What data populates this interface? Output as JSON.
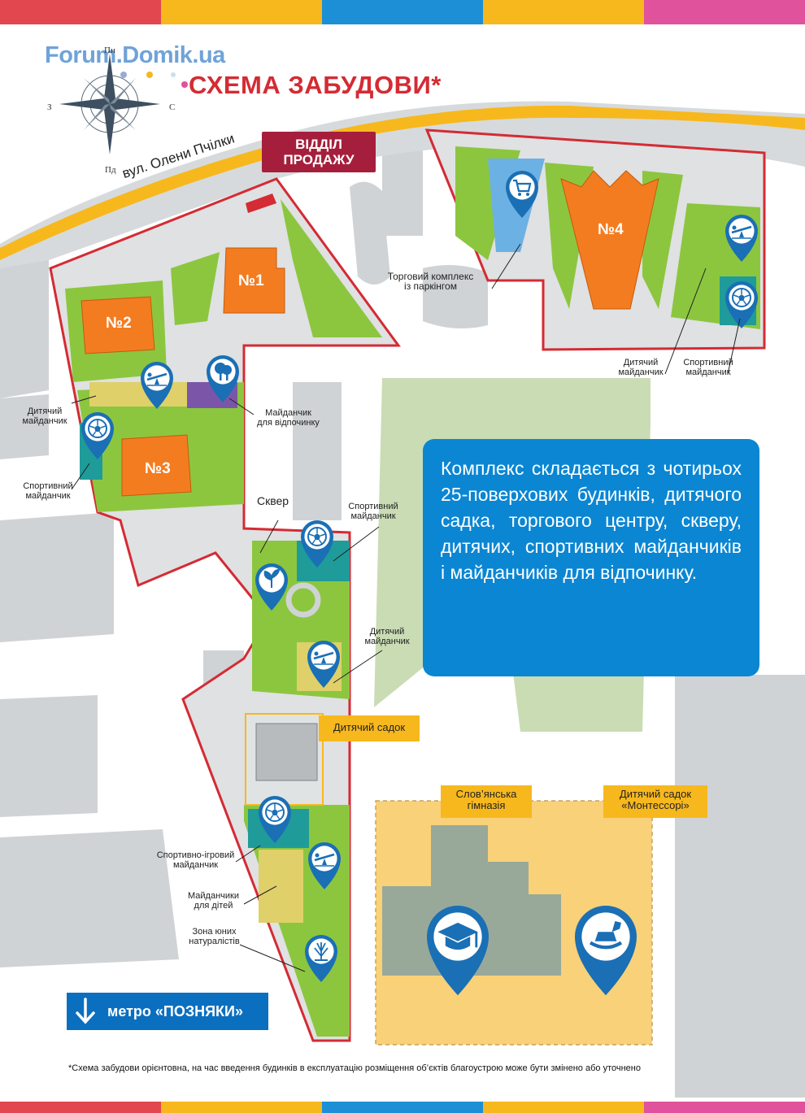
{
  "brand": {
    "logo_text": "Forum.Domik.ua"
  },
  "title": "СХЕМА ЗАБУДОВИ*",
  "compass": {
    "north": "Пн",
    "south": "Пд",
    "west": "З",
    "east": "С"
  },
  "street": "вул. Олени Пчілки",
  "sales_office": {
    "line1": "ВІДДІЛ",
    "line2": "ПРОДАЖУ"
  },
  "buildings": {
    "b1": "№1",
    "b2": "№2",
    "b3": "№3",
    "b4": "№4"
  },
  "labels": {
    "trade_center_1": "Торговий комплекс",
    "trade_center_2": "із паркінгом",
    "playground_left_1": "Дитячий",
    "playground_left_2": "майданчик",
    "sport_left_1": "Спортивний",
    "sport_left_2": "майданчик",
    "rest_area_1": "Майданчик",
    "rest_area_2": "для відпочинку",
    "square": "Сквер",
    "sport_mid_1": "Спортивний",
    "sport_mid_2": "майданчик",
    "playground_mid_1": "Дитячий",
    "playground_mid_2": "майданчик",
    "playground_b4_1": "Дитячий",
    "playground_b4_2": "майданчик",
    "sport_b4_1": "Спортивний",
    "sport_b4_2": "майданчик",
    "sport_game_1": "Спортивно-ігровий",
    "sport_game_2": "майданчик",
    "kids_areas_1": "Майданчики",
    "kids_areas_2": "для дітей",
    "naturalists_1": "Зона юних",
    "naturalists_2": "натуралістів"
  },
  "tags": {
    "kindergarten": "Дитячий садок",
    "gymnasium_1": "Слов’янська",
    "gymnasium_2": "гімназія",
    "montessori_1": "Дитячий садок",
    "montessori_2": "«Монтессорі»"
  },
  "info_text": "Комплекс складається з чотирьох 25-поверхових будинків, дитячого садка, торгового центру, скверу, дитячих, спортивних майданчиків і майданчиків для відпочинку.",
  "metro": "метро «ПОЗНЯКИ»",
  "footnote": "*Схема забудови орієнтовна, на час введення будинків в експлуатацію розміщення об’єктів благоустрою може бути змінено або уточнено",
  "colors": {
    "building": "#f47c20",
    "green": "#8cc63f",
    "territory_border": "#d42b34",
    "road": "#d0d3d5",
    "pin": "#1a6fb5",
    "sales": "#a51f3c",
    "info_box": "#0b86d3",
    "yellow_tag": "#f7b81e",
    "road_highlight": "#f7b81e"
  },
  "icons": {
    "cart": "shopping-cart-icon",
    "seesaw": "seesaw-icon",
    "ball": "soccer-ball-icon",
    "tree": "tree-icon",
    "leaf": "leaf-icon",
    "plant": "plant-icon",
    "cap": "graduation-cap-icon",
    "horse": "rocking-horse-icon"
  }
}
